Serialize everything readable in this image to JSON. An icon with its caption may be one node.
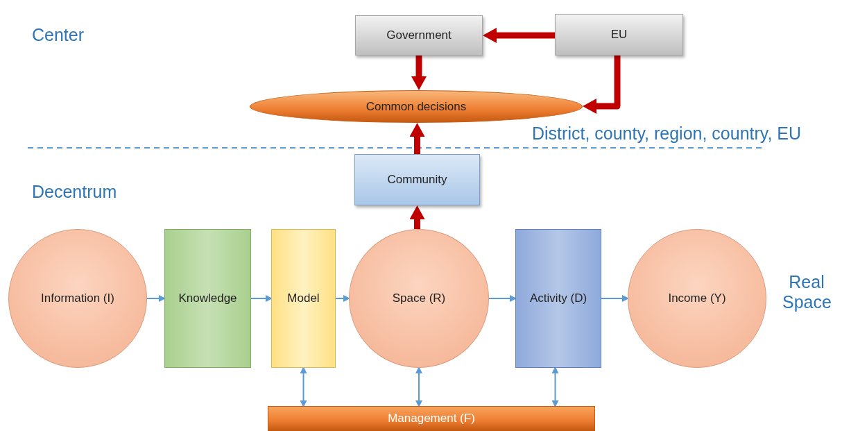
{
  "diagram": {
    "nodes": [
      {
        "text": [
          "Government"
        ]
      },
      {
        "text": [
          "EU"
        ]
      },
      {
        "text": [
          "Common decisions"
        ]
      },
      {
        "text": [
          "Community"
        ]
      },
      {
        "text": [
          "Information (I)"
        ]
      },
      {
        "text": [
          "Knowledge"
        ]
      },
      {
        "text": [
          "Model"
        ]
      },
      {
        "text": [
          "Space (R)"
        ]
      },
      {
        "text": [
          "Activity (D)"
        ]
      },
      {
        "text": [
          "Income (Y)"
        ]
      },
      {
        "text": [
          "Management (F)"
        ]
      }
    ],
    "edges": [
      {
        "from": 1,
        "to": 0,
        "arrow": "to",
        "style": "thick",
        "color": "#c00000"
      },
      {
        "from": 0,
        "to": 2,
        "arrow": "to",
        "style": "thick",
        "color": "#c00000"
      },
      {
        "from": 1,
        "to": 2,
        "arrow": "to",
        "style": "thick",
        "color": "#c00000"
      },
      {
        "from": 3,
        "to": 2,
        "arrow": "to",
        "style": "thick",
        "color": "#c00000"
      },
      {
        "from": 7,
        "to": 3,
        "arrow": "to",
        "style": "thick",
        "color": "#c00000"
      },
      {
        "from": 4,
        "to": 5,
        "arrow": "to"
      },
      {
        "from": 5,
        "to": 6,
        "arrow": "to"
      },
      {
        "from": 6,
        "to": 7,
        "arrow": "to"
      },
      {
        "from": 7,
        "to": 8,
        "arrow": "to"
      },
      {
        "from": 8,
        "to": 9,
        "arrow": "to"
      },
      {
        "from": 6,
        "to": 10,
        "arrow": "both"
      },
      {
        "from": 7,
        "to": 10,
        "arrow": "both"
      },
      {
        "from": 8,
        "to": 10,
        "arrow": "both"
      }
    ],
    "labels": [
      "Center",
      "District, county, region, country, EU",
      "Decentrum",
      "Real Space"
    ]
  }
}
